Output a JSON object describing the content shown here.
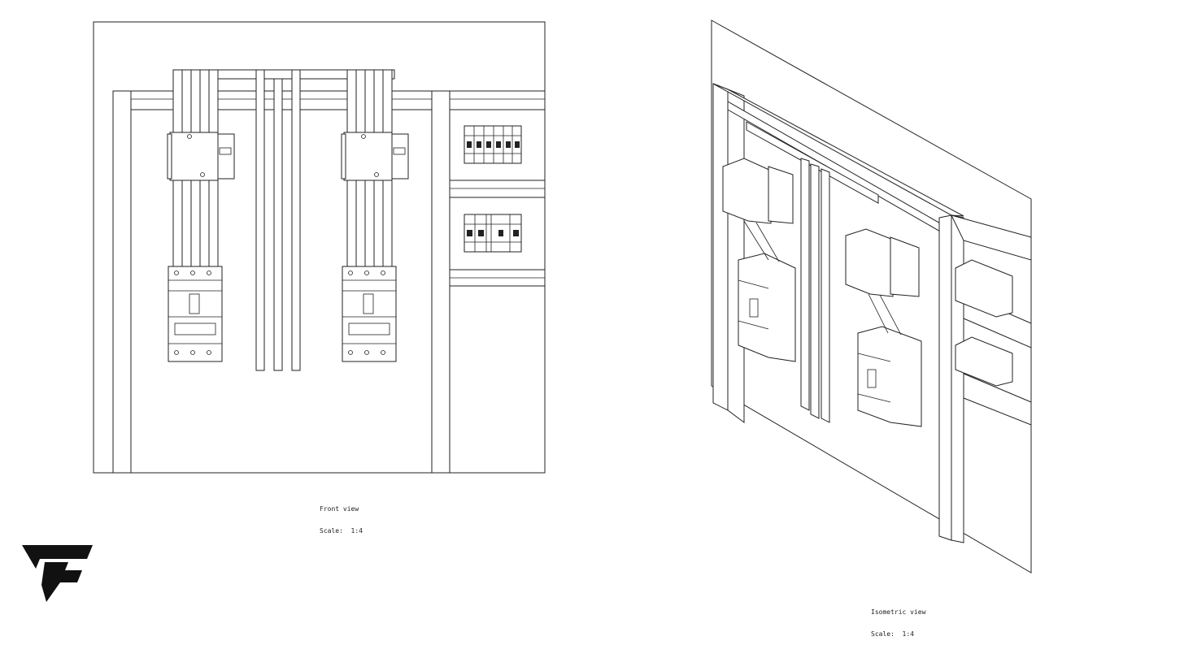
{
  "front_view": {
    "title": "Front view",
    "scale": "Scale:  1:4"
  },
  "isometric_view": {
    "title": "Isometric view",
    "scale": "Scale:  1:4"
  },
  "logo": {
    "name": "F logo mark",
    "color": "#111111"
  }
}
